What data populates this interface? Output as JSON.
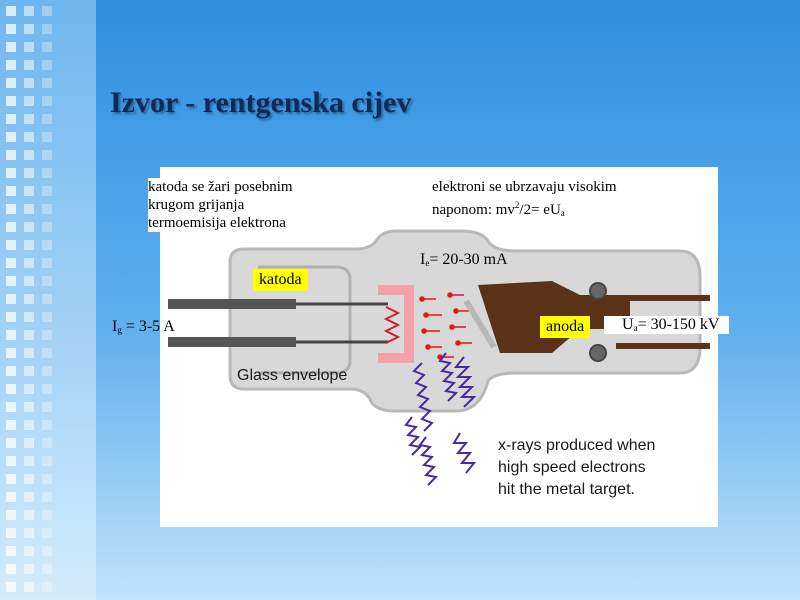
{
  "slide": {
    "title": "Izvor - rentgenska cijev"
  },
  "notes": {
    "cathode": [
      "katoda se žari posebnim",
      "krugom grijanja",
      "termoemisija elektrona"
    ],
    "anode": {
      "line1": "elektroni se ubrzavaju visokim",
      "line2_prefix": "naponom: mv",
      "line2_sup": "2",
      "line2_mid": "/2= eU",
      "line2_sub": "a"
    }
  },
  "labels": {
    "katoda": "katoda",
    "anoda": "anoda",
    "ie": {
      "symbol": "I",
      "sub": "e",
      "text": "= 20-30 mA"
    },
    "ig": {
      "symbol": "I",
      "sub": "g",
      "text": " = 3-5 A"
    },
    "ua": {
      "symbol": "U",
      "sub": "a",
      "text": "= 30-150 kV"
    }
  },
  "figure": {
    "glass_label": "Glass envelope",
    "xray_caption": [
      "x-rays produced when",
      "high speed electrons",
      "hit the metal target."
    ],
    "colors": {
      "tube": "#d8d8d8",
      "tube_outline": "#b0b0b0",
      "cathode_cup": "#f4a0a8",
      "filament": "#d02030",
      "electrons": "#e01818",
      "anode": "#5a3218",
      "xray": "#4a2aa0",
      "highlight": "#ffff00"
    }
  }
}
